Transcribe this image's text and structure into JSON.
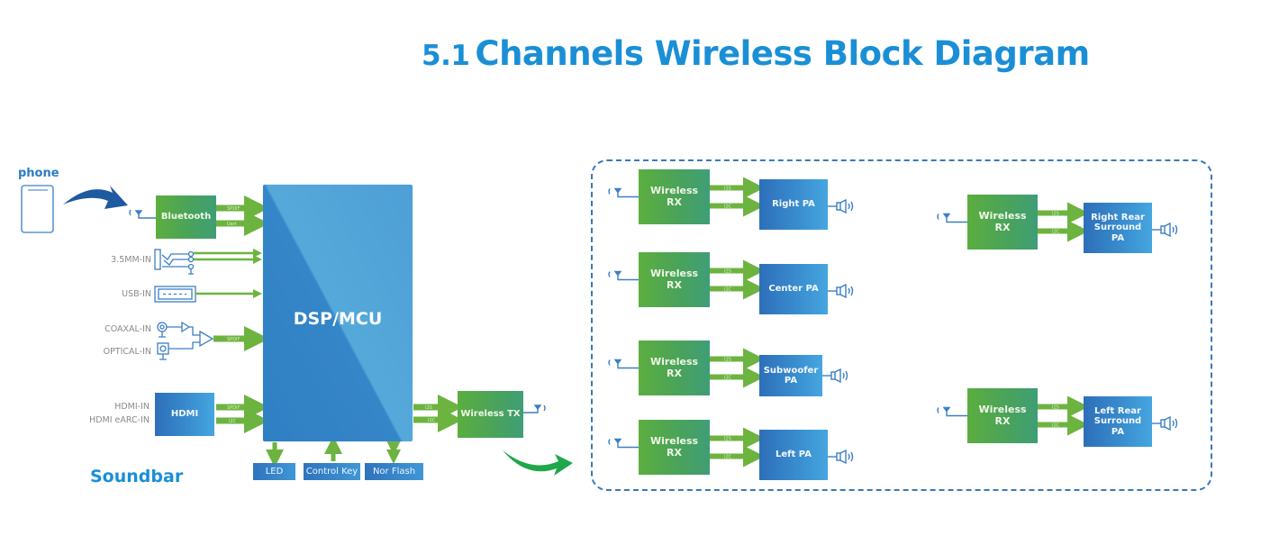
{
  "title": {
    "number": "5.1",
    "text": "Channels Wireless Block Diagram"
  },
  "colors": {
    "title": "#1a8fd6",
    "green_block": "#4faa52",
    "blue_block": "#2f7fc4",
    "outline": "#3b78b8",
    "arrow_green": "#6db33f",
    "arrow_phone": "#1d5aa0",
    "arrow_tx": "#1fa74a"
  },
  "soundbar": {
    "label": "Soundbar",
    "phone_label": "phone",
    "bluetooth": {
      "label": "Bluetooth",
      "signals": [
        "SPDIF",
        "Uart"
      ]
    },
    "inputs": {
      "jack": "3.5MM-IN",
      "usb": "USB-IN",
      "coaxial": "COAXAL-IN",
      "optical": "OPTICAL-IN",
      "optical_signal": "SPDIF"
    },
    "hdmi": {
      "label": "HDMI",
      "inputs": [
        "HDMI-IN",
        "HDMI eARC-IN"
      ],
      "signals": [
        "SPDIF",
        "I2C"
      ]
    },
    "core": {
      "label": "DSP/MCU"
    },
    "peripherals": [
      "LED",
      "Control Key",
      "Nor Flash"
    ],
    "wireless_tx": {
      "label": "Wireless TX",
      "signals": [
        "I2S",
        "I2C"
      ]
    }
  },
  "receivers": {
    "rx_label_line1": "Wireless",
    "rx_label_line2": "RX",
    "signals": [
      "I2S",
      "I2C"
    ],
    "channels": [
      {
        "pa": [
          "Right PA"
        ]
      },
      {
        "pa": [
          "Center PA"
        ]
      },
      {
        "pa": [
          "Subwoofer",
          "PA"
        ]
      },
      {
        "pa": [
          "Left PA"
        ]
      },
      {
        "pa": [
          "Right Rear",
          "Surround",
          "PA"
        ]
      },
      {
        "pa": [
          "Left Rear",
          "Surround",
          "PA"
        ]
      }
    ]
  }
}
